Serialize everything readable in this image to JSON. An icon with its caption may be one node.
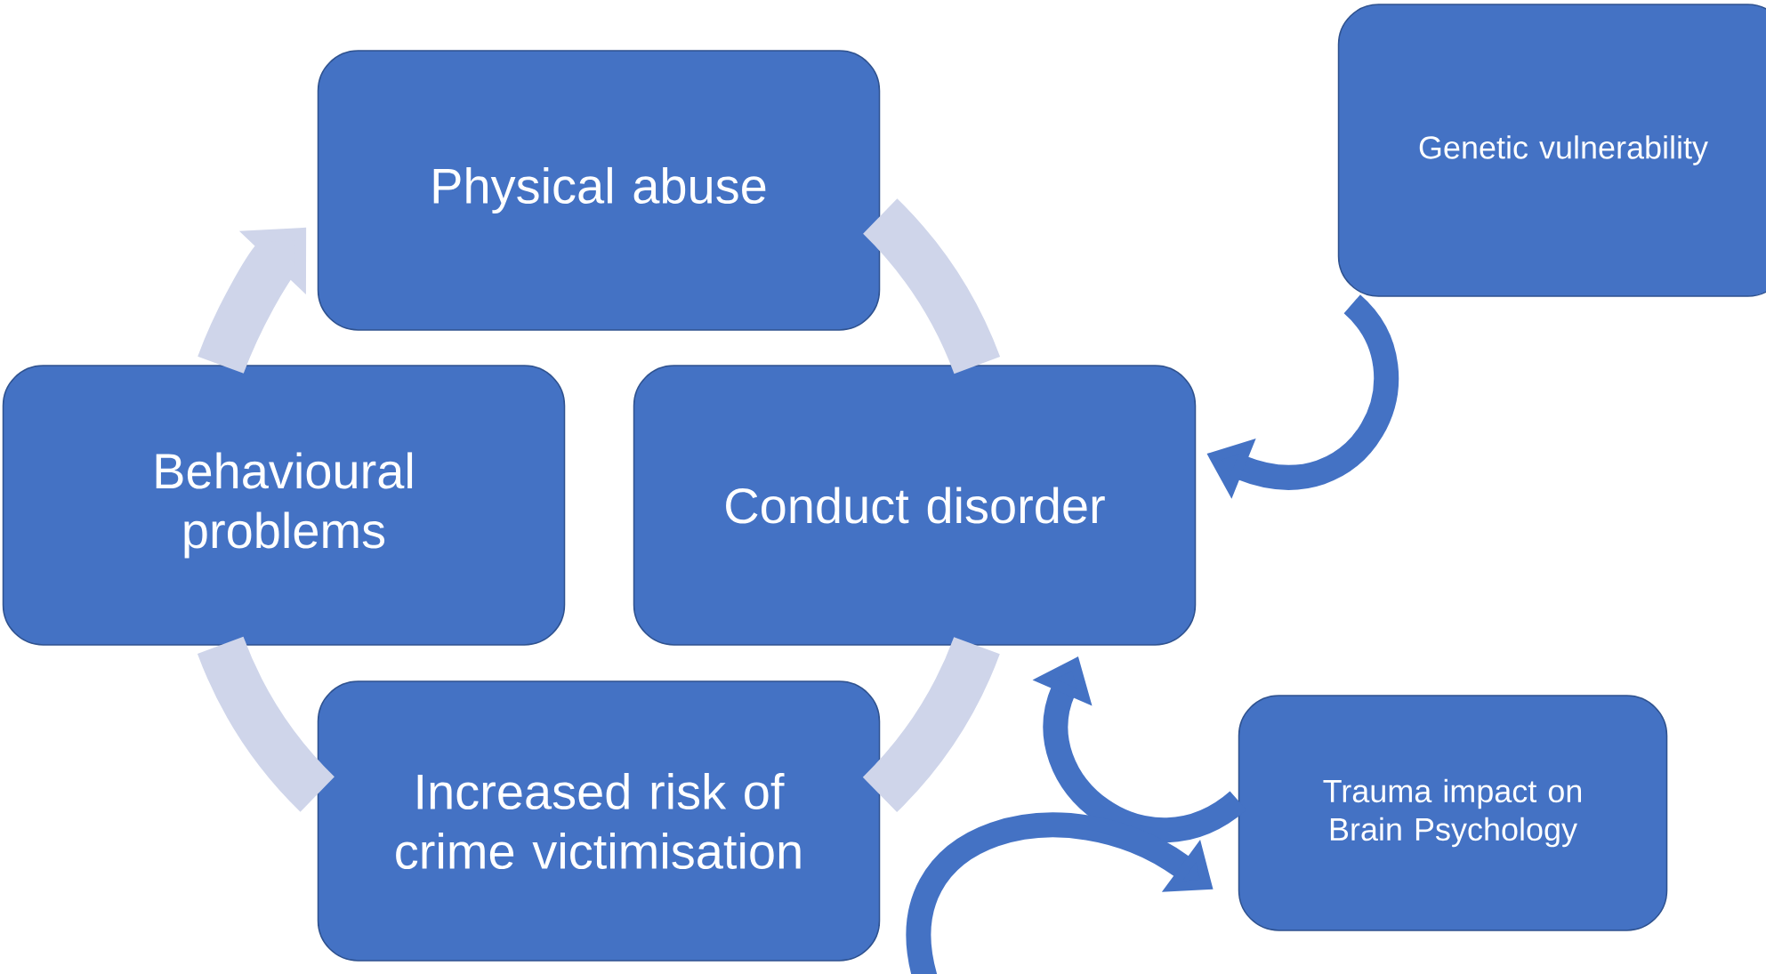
{
  "diagram": {
    "nodes": [
      {
        "text": [
          "Physical abuse"
        ]
      },
      {
        "text": [
          "Conduct disorder"
        ]
      },
      {
        "text": [
          "Increased risk of crime victimisation"
        ]
      },
      {
        "text": [
          "Behavioural problems"
        ]
      },
      {
        "text": [
          "Genetic vulnerability"
        ]
      },
      {
        "text": [
          "Trauma impact on Brain Psychology"
        ]
      }
    ],
    "edges": [
      {
        "from": 0,
        "to": 1,
        "arrow": "none"
      },
      {
        "from": 1,
        "to": 2,
        "arrow": "none"
      },
      {
        "from": 2,
        "to": 3,
        "arrow": "none"
      },
      {
        "from": 3,
        "to": 0,
        "arrow": "to"
      },
      {
        "from": 4,
        "to": 1,
        "arrow": "to",
        "color": "#4472c4"
      },
      {
        "from": 5,
        "to": 1,
        "arrow": "to",
        "color": "#4472c4"
      },
      {
        "from": null,
        "to": 5,
        "arrow": "to",
        "color": "#4472c4"
      }
    ]
  }
}
